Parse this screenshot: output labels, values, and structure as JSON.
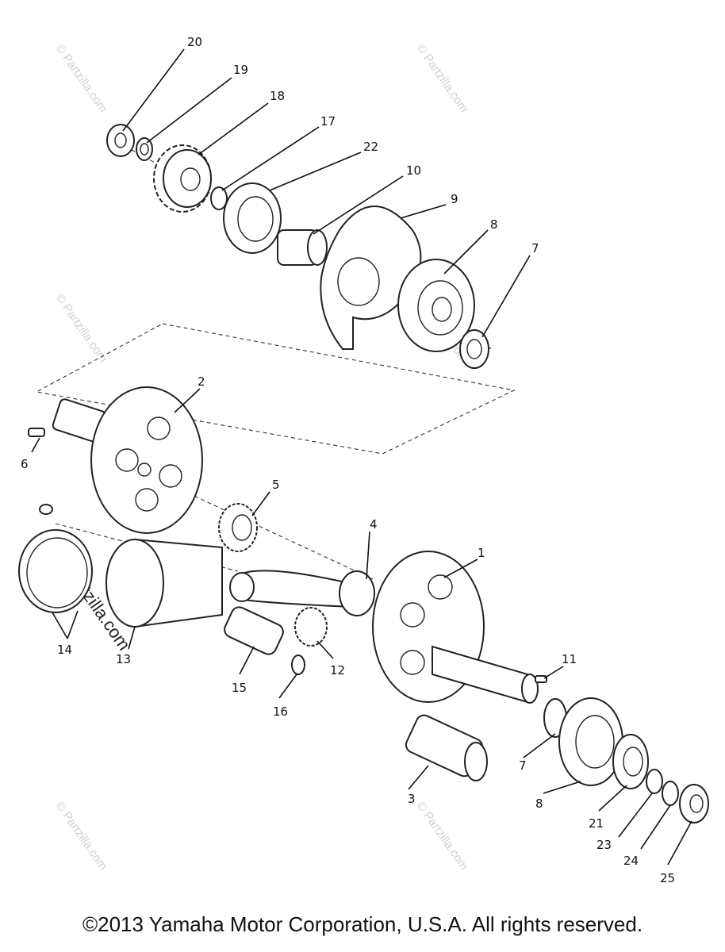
{
  "diagram": {
    "callouts": [
      "20",
      "19",
      "18",
      "17",
      "22",
      "10",
      "9",
      "8",
      "7",
      "2",
      "6",
      "5",
      "4",
      "1",
      "14",
      "13",
      "15",
      "16",
      "12",
      "11",
      "7",
      "8",
      "3",
      "21",
      "23",
      "24",
      "25"
    ],
    "watermark": "© Partzilla.com"
  },
  "footer": {
    "copyright": "©2013  Yamaha Motor Corporation, U.S.A. All rights reserved."
  }
}
